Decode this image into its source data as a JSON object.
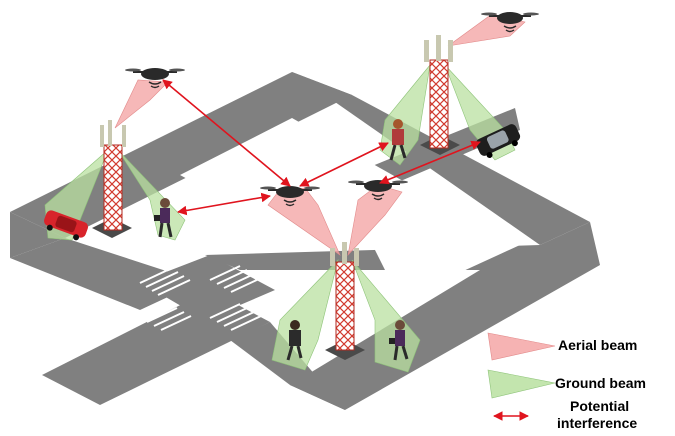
{
  "legend": {
    "aerial_beam": "Aerial beam",
    "ground_beam": "Ground beam",
    "interference_line1": "Potential",
    "interference_line2": "interference"
  },
  "colors": {
    "aerial_beam_fill": "#f4a6a6",
    "ground_beam_fill": "#b9e0a0",
    "interference_arrow": "#e0141e",
    "road": "#808080",
    "tower": "#d23a2f",
    "car_red": "#d8242b",
    "car_black": "#1e1e1e"
  },
  "scene": {
    "towers": 3,
    "drones": 4,
    "pedestrians": 4,
    "cars": 2
  }
}
